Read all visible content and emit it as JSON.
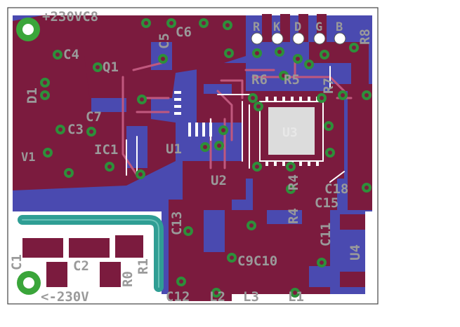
{
  "board": {
    "colors": {
      "background": "#ffffff",
      "outline": "#444444",
      "copper": "#7b1b3e",
      "copper_edge": "#8d2450",
      "board_blue": "#4a4ab0",
      "trace_light": "#c0587e",
      "silkscreen": "#9a9a9a",
      "via_ring": "#2e8f3a",
      "via_hole": "#7b1b3e",
      "mount_ring": "#3aa53a",
      "thermal": "#2f9e94",
      "white_pad": "#ffffff"
    },
    "labels": {
      "c8": "+230VC8",
      "c5": "C5",
      "c6": "C6",
      "c4": "C4",
      "q1": "Q1",
      "d1": "D1",
      "c7": "C7",
      "c3": "C3",
      "ic1": "IC1",
      "v1": "V1",
      "u1": "U1",
      "u2": "U2",
      "c13": "C13",
      "u3": "U3",
      "r6": "R6",
      "r5": "R5",
      "r7": "R7",
      "r8": "R8",
      "r4a": "R4",
      "r4b": "R4",
      "c18": "C18",
      "c15": "C15",
      "c11": "C11",
      "u4": "U4",
      "c1": "C1",
      "c2": "C2",
      "r0": "R0",
      "r1": "R1",
      "c9c10": "C9C10",
      "c12": "C12",
      "l2": "L2",
      "l3": "L3",
      "l1": "L1",
      "minus230": "<-230V",
      "header": [
        "R",
        "K",
        "D",
        "G",
        "B"
      ]
    }
  }
}
